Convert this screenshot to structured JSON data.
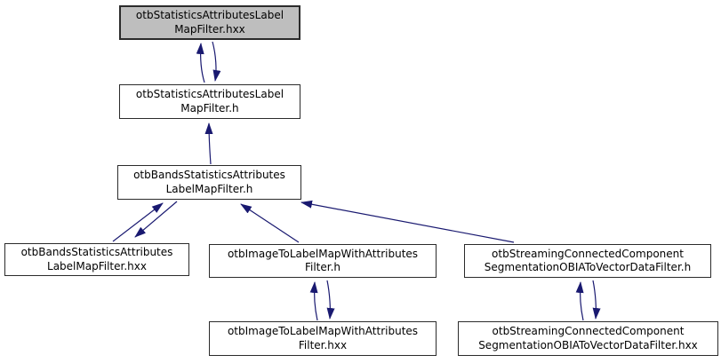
{
  "graph": {
    "kind": "include-dependency-graph",
    "arrow_color": "#191970",
    "node_fill": "#ffffff",
    "highlight_fill": "#bebebe",
    "border_color": "#2b2b2b",
    "text_color": "#000000",
    "background": "#ffffff",
    "nodes": [
      {
        "id": "statistics-attributes-label-map-filter-hxx",
        "label": "otbStatisticsAttributesLabel\nMapFilter.hxx",
        "highlighted": true
      },
      {
        "id": "statistics-attributes-label-map-filter-h",
        "label": "otbStatisticsAttributesLabel\nMapFilter.h",
        "highlighted": false
      },
      {
        "id": "bands-statistics-attributes-label-map-filter-h",
        "label": "otbBandsStatisticsAttributes\nLabelMapFilter.h",
        "highlighted": false
      },
      {
        "id": "bands-statistics-attributes-label-map-filter-hxx",
        "label": "otbBandsStatisticsAttributes\nLabelMapFilter.hxx",
        "highlighted": false
      },
      {
        "id": "image-to-label-map-with-attributes-filter-h",
        "label": "otbImageToLabelMapWithAttributes\nFilter.h",
        "highlighted": false
      },
      {
        "id": "streaming-connected-component-segmentation-obia-to-vector-data-filter-h",
        "label": "otbStreamingConnectedComponent\nSegmentationOBIAToVectorDataFilter.h",
        "highlighted": false
      },
      {
        "id": "image-to-label-map-with-attributes-filter-hxx",
        "label": "otbImageToLabelMapWithAttributes\nFilter.hxx",
        "highlighted": false
      },
      {
        "id": "streaming-connected-component-segmentation-obia-to-vector-data-filter-hxx",
        "label": "otbStreamingConnectedComponent\nSegmentationOBIAToVectorDataFilter.hxx",
        "highlighted": false
      }
    ],
    "edges": [
      {
        "from": "statistics-attributes-label-map-filter-h",
        "to": "statistics-attributes-label-map-filter-hxx"
      },
      {
        "from": "statistics-attributes-label-map-filter-hxx",
        "to": "statistics-attributes-label-map-filter-h"
      },
      {
        "from": "bands-statistics-attributes-label-map-filter-h",
        "to": "statistics-attributes-label-map-filter-h"
      },
      {
        "from": "bands-statistics-attributes-label-map-filter-hxx",
        "to": "bands-statistics-attributes-label-map-filter-h"
      },
      {
        "from": "bands-statistics-attributes-label-map-filter-h",
        "to": "bands-statistics-attributes-label-map-filter-hxx"
      },
      {
        "from": "image-to-label-map-with-attributes-filter-h",
        "to": "bands-statistics-attributes-label-map-filter-h"
      },
      {
        "from": "streaming-connected-component-segmentation-obia-to-vector-data-filter-h",
        "to": "bands-statistics-attributes-label-map-filter-h"
      },
      {
        "from": "image-to-label-map-with-attributes-filter-hxx",
        "to": "image-to-label-map-with-attributes-filter-h"
      },
      {
        "from": "image-to-label-map-with-attributes-filter-h",
        "to": "image-to-label-map-with-attributes-filter-hxx"
      },
      {
        "from": "streaming-connected-component-segmentation-obia-to-vector-data-filter-hxx",
        "to": "streaming-connected-component-segmentation-obia-to-vector-data-filter-h"
      },
      {
        "from": "streaming-connected-component-segmentation-obia-to-vector-data-filter-h",
        "to": "streaming-connected-component-segmentation-obia-to-vector-data-filter-hxx"
      }
    ]
  }
}
